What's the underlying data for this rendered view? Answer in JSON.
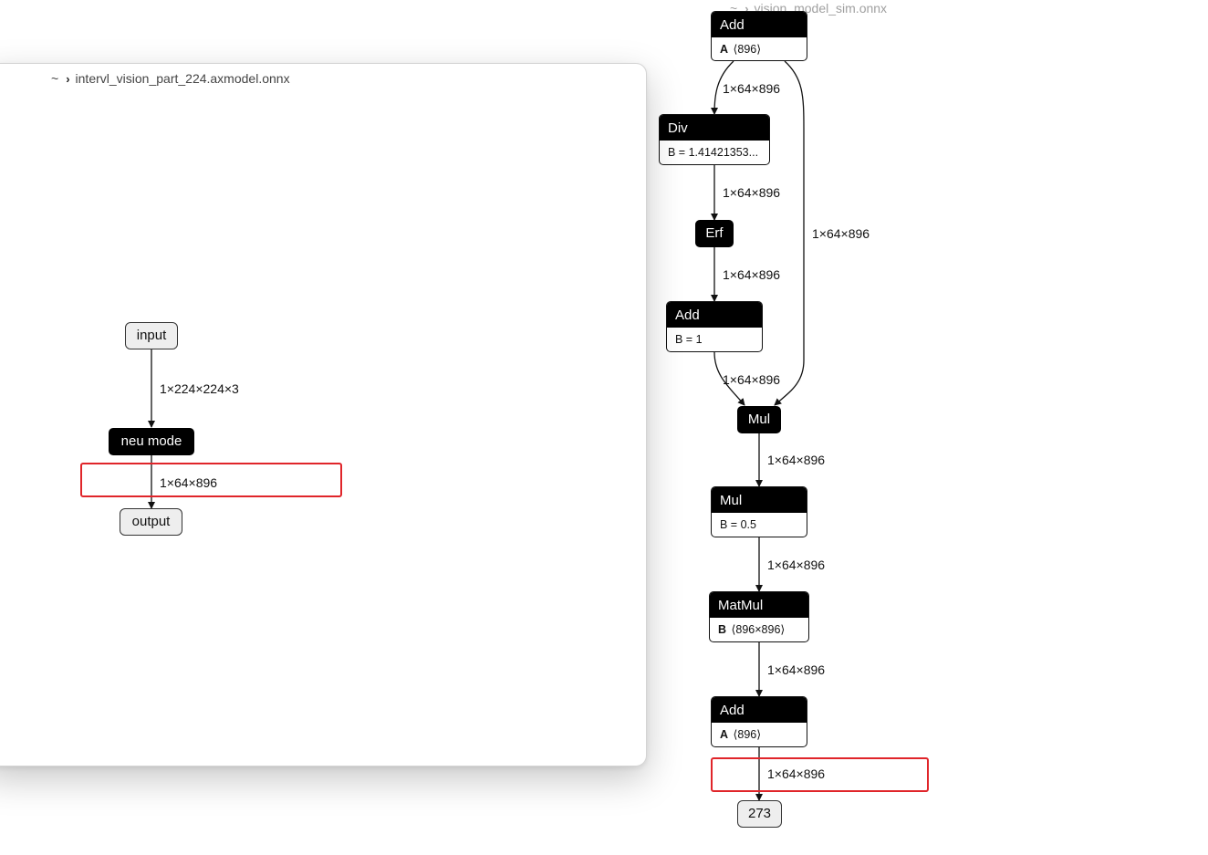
{
  "right_breadcrumb": {
    "home": "~",
    "file": "vision_model_sim.onnx"
  },
  "left_breadcrumb": {
    "home": "~",
    "file": "intervl_vision_part_224.axmodel.onnx"
  },
  "left_graph": {
    "input": "input",
    "input_shape": "1×224×224×3",
    "op": "neu mode",
    "output_shape": "1×64×896",
    "output": "output"
  },
  "right_graph": {
    "add_top": {
      "name": "Add",
      "attr_key": "A",
      "attr_val": "⟨896⟩"
    },
    "div": {
      "name": "Div",
      "attr": "B = 1.41421353..."
    },
    "erf": "Erf",
    "add_one": {
      "name": "Add",
      "attr": "B = 1"
    },
    "mul": "Mul",
    "mul_half": {
      "name": "Mul",
      "attr": "B = 0.5"
    },
    "matmul": {
      "name": "MatMul",
      "attr_key": "B",
      "attr_val": "⟨896×896⟩"
    },
    "add_bottom": {
      "name": "Add",
      "attr_key": "A",
      "attr_val": "⟨896⟩"
    },
    "output": "273",
    "edges": {
      "add_to_div": "1×64×896",
      "div_to_erf": "1×64×896",
      "erf_to_add": "1×64×896",
      "add_to_mul": "1×64×896",
      "skip": "1×64×896",
      "mul_to_mul": "1×64×896",
      "mul_to_matmul": "1×64×896",
      "matmul_to_add": "1×64×896",
      "add_to_output": "1×64×896"
    }
  },
  "colors": {
    "highlight": "#e0252a",
    "node_header": "#000000",
    "io_fill": "#eeeeee"
  }
}
